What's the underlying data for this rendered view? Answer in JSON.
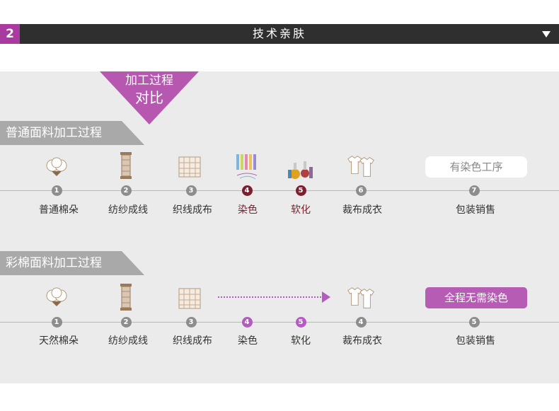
{
  "header": {
    "number": "2",
    "title": "技术亲肤",
    "arrow_icon": "triangle-down-icon"
  },
  "compare_banner": {
    "line1": "加工过程",
    "line2": "对比"
  },
  "section1": {
    "title": "普通面料加工过程",
    "steps": [
      {
        "num": "1",
        "label": "普通棉朵",
        "icon": "cotton-icon"
      },
      {
        "num": "2",
        "label": "纺纱成线",
        "icon": "spool-icon"
      },
      {
        "num": "3",
        "label": "织线成布",
        "icon": "fabric-icon"
      },
      {
        "num": "4",
        "label": "染色",
        "icon": "dye-icon"
      },
      {
        "num": "5",
        "label": "软化",
        "icon": "chemical-icon"
      },
      {
        "num": "6",
        "label": "裁布成衣",
        "icon": "tshirt-icon"
      },
      {
        "num": "7",
        "label": "包装销售",
        "icon": ""
      }
    ],
    "note": "有染色工序"
  },
  "section2": {
    "title": "彩棉面料加工过程",
    "steps": [
      {
        "num": "1",
        "label": "天然棉朵",
        "icon": "cotton-icon"
      },
      {
        "num": "2",
        "label": "纺纱成线",
        "icon": "spool-icon"
      },
      {
        "num": "3",
        "label": "织线成布",
        "icon": "fabric-icon"
      },
      {
        "num": "4",
        "label": "染色",
        "icon": ""
      },
      {
        "num": "5",
        "label": "软化",
        "icon": ""
      },
      {
        "num": "4",
        "label": "裁布成衣",
        "icon": "tshirt-icon"
      },
      {
        "num": "5",
        "label": "包装销售",
        "icon": ""
      }
    ],
    "note": "全程无需染色"
  },
  "colors": {
    "accent": "#b65cb4",
    "maroon": "#7a2130",
    "header_bg": "#2f2f2f",
    "panel_bg": "#ebebeb"
  }
}
